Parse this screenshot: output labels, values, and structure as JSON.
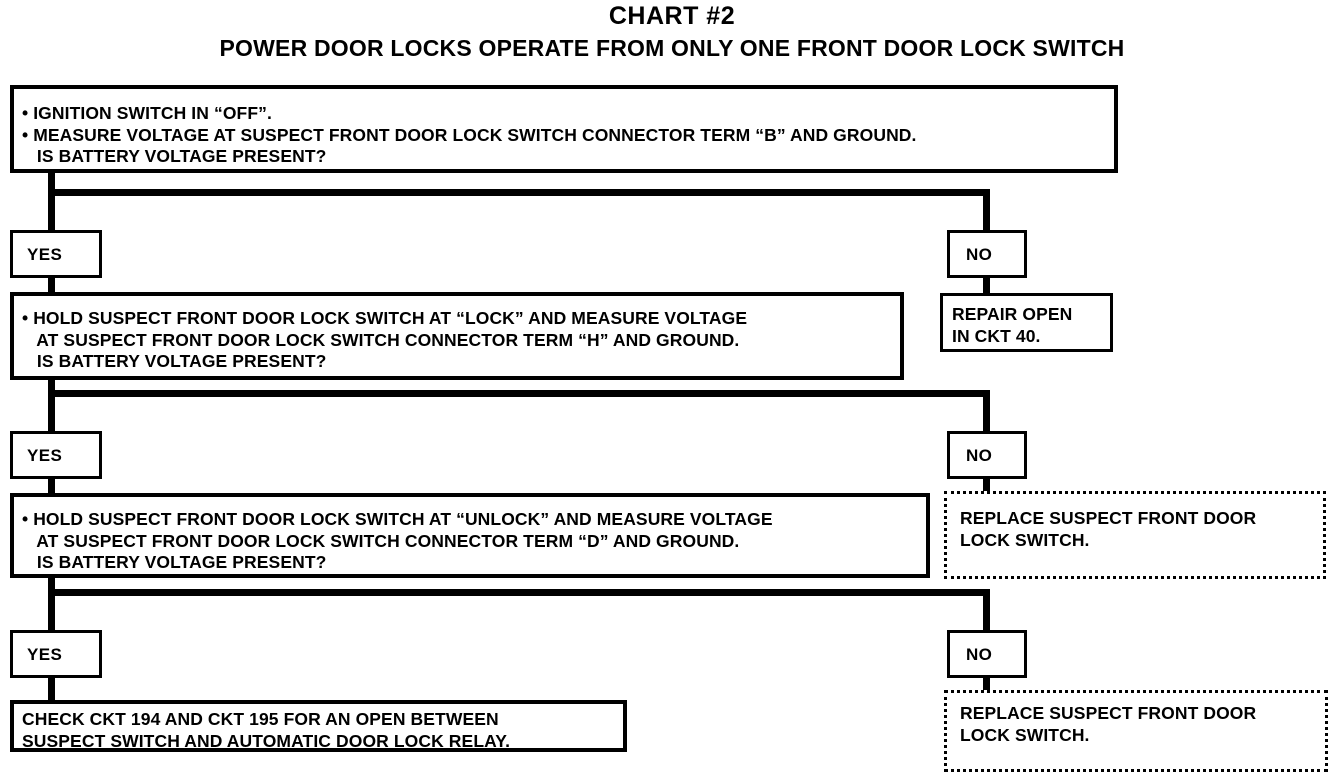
{
  "title": {
    "main": "CHART #2",
    "sub": "POWER DOOR LOCKS OPERATE FROM ONLY ONE FRONT DOOR LOCK SWITCH"
  },
  "colors": {
    "ink": "#000000",
    "paper": "#ffffff"
  },
  "steps": [
    {
      "id": "step1",
      "type": "question",
      "lines": [
        "• IGNITION SWITCH IN “OFF”.",
        "• MEASURE VOLTAGE AT SUSPECT FRONT DOOR LOCK SWITCH CONNECTOR TERM “B” AND GROUND.",
        "   IS BATTERY VOLTAGE PRESENT?"
      ],
      "text": "• IGNITION SWITCH IN “OFF”.\n• MEASURE VOLTAGE AT SUSPECT FRONT DOOR LOCK SWITCH CONNECTOR TERM “B” AND GROUND.\n   IS BATTERY VOLTAGE PRESENT?"
    },
    {
      "id": "step2",
      "type": "question",
      "lines": [
        "• HOLD SUSPECT FRONT DOOR LOCK SWITCH AT “LOCK” AND MEASURE VOLTAGE",
        "   AT SUSPECT FRONT DOOR LOCK SWITCH CONNECTOR TERM “H” AND GROUND.",
        "   IS BATTERY VOLTAGE PRESENT?"
      ],
      "text": "• HOLD SUSPECT FRONT DOOR LOCK SWITCH AT “LOCK” AND MEASURE VOLTAGE\n   AT SUSPECT FRONT DOOR LOCK SWITCH CONNECTOR TERM “H” AND GROUND.\n   IS BATTERY VOLTAGE PRESENT?"
    },
    {
      "id": "step3",
      "type": "question",
      "lines": [
        "• HOLD SUSPECT FRONT DOOR LOCK SWITCH AT “UNLOCK” AND MEASURE VOLTAGE",
        "   AT SUSPECT FRONT DOOR LOCK SWITCH CONNECTOR TERM “D” AND GROUND.",
        "   IS BATTERY VOLTAGE PRESENT?"
      ],
      "text": "• HOLD SUSPECT FRONT DOOR LOCK SWITCH AT “UNLOCK” AND MEASURE VOLTAGE\n   AT SUSPECT FRONT DOOR LOCK SWITCH CONNECTOR TERM “D” AND GROUND.\n   IS BATTERY VOLTAGE PRESENT?"
    }
  ],
  "branches": {
    "yes_label": "YES",
    "no_label": "NO"
  },
  "outcomes": [
    {
      "id": "outcome1",
      "border": "solid",
      "text": "REPAIR OPEN\nIN CKT 40."
    },
    {
      "id": "outcome2",
      "border": "dotted",
      "text": "REPLACE SUSPECT FRONT DOOR\nLOCK SWITCH."
    },
    {
      "id": "outcome3",
      "border": "dotted",
      "text": "REPLACE SUSPECT FRONT DOOR\nLOCK SWITCH."
    },
    {
      "id": "outcome_final",
      "border": "solid",
      "text": "CHECK CKT 194 AND CKT 195 FOR AN OPEN BETWEEN\nSUSPECT SWITCH AND AUTOMATIC DOOR LOCK RELAY."
    }
  ],
  "chart_data": {
    "type": "flowchart",
    "title": "CHART #2 — POWER DOOR LOCKS OPERATE FROM ONLY ONE FRONT DOOR LOCK SWITCH",
    "nodes": [
      {
        "id": "q1",
        "kind": "test",
        "label": "IGNITION SWITCH IN OFF. MEASURE VOLTAGE AT SUSPECT FRONT DOOR LOCK SWITCH CONNECTOR TERM B AND GROUND. IS BATTERY VOLTAGE PRESENT?"
      },
      {
        "id": "q1-yes",
        "kind": "branch",
        "label": "YES"
      },
      {
        "id": "q1-no",
        "kind": "branch",
        "label": "NO"
      },
      {
        "id": "a1",
        "kind": "action",
        "label": "REPAIR OPEN IN CKT 40."
      },
      {
        "id": "q2",
        "kind": "test",
        "label": "HOLD SUSPECT FRONT DOOR LOCK SWITCH AT LOCK AND MEASURE VOLTAGE AT SUSPECT FRONT DOOR LOCK SWITCH CONNECTOR TERM H AND GROUND. IS BATTERY VOLTAGE PRESENT?"
      },
      {
        "id": "q2-yes",
        "kind": "branch",
        "label": "YES"
      },
      {
        "id": "q2-no",
        "kind": "branch",
        "label": "NO"
      },
      {
        "id": "a2",
        "kind": "action",
        "label": "REPLACE SUSPECT FRONT DOOR LOCK SWITCH."
      },
      {
        "id": "q3",
        "kind": "test",
        "label": "HOLD SUSPECT FRONT DOOR LOCK SWITCH AT UNLOCK AND MEASURE VOLTAGE AT SUSPECT FRONT DOOR LOCK SWITCH CONNECTOR TERM D AND GROUND. IS BATTERY VOLTAGE PRESENT?"
      },
      {
        "id": "q3-yes",
        "kind": "branch",
        "label": "YES"
      },
      {
        "id": "q3-no",
        "kind": "branch",
        "label": "NO"
      },
      {
        "id": "a3",
        "kind": "action",
        "label": "REPLACE SUSPECT FRONT DOOR LOCK SWITCH."
      },
      {
        "id": "a4",
        "kind": "action",
        "label": "CHECK CKT 194 AND CKT 195 FOR AN OPEN BETWEEN SUSPECT SWITCH AND AUTOMATIC DOOR LOCK RELAY."
      }
    ],
    "edges": [
      {
        "from": "q1",
        "to": "q1-yes",
        "label": "YES"
      },
      {
        "from": "q1",
        "to": "q1-no",
        "label": "NO"
      },
      {
        "from": "q1-yes",
        "to": "q2"
      },
      {
        "from": "q1-no",
        "to": "a1"
      },
      {
        "from": "q2",
        "to": "q2-yes",
        "label": "YES"
      },
      {
        "from": "q2",
        "to": "q2-no",
        "label": "NO"
      },
      {
        "from": "q2-yes",
        "to": "q3"
      },
      {
        "from": "q2-no",
        "to": "a2"
      },
      {
        "from": "q3",
        "to": "q3-yes",
        "label": "YES"
      },
      {
        "from": "q3",
        "to": "q3-no",
        "label": "NO"
      },
      {
        "from": "q3-yes",
        "to": "a4"
      },
      {
        "from": "q3-no",
        "to": "a3"
      }
    ]
  }
}
